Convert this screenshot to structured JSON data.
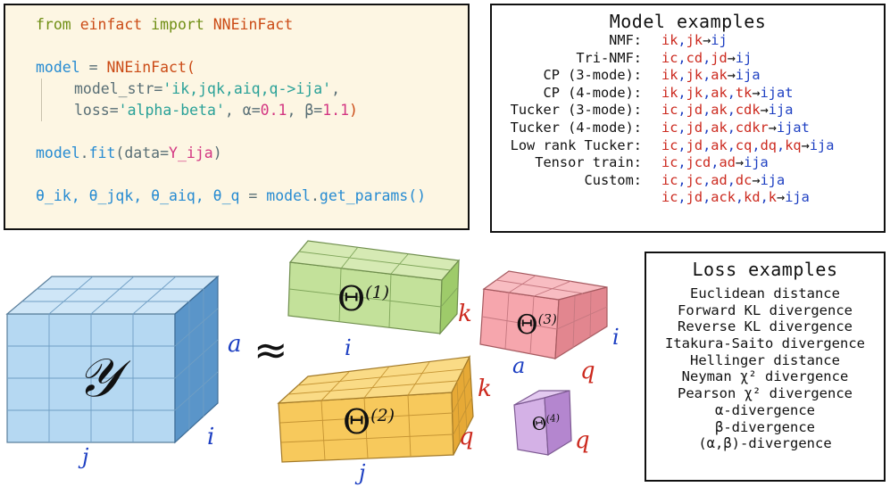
{
  "code": {
    "l1": {
      "kw1": "from",
      "mod": "einfact",
      "kw2": "import",
      "cls": "NNEinFact"
    },
    "l2": {
      "var": "model",
      "eq": " = ",
      "cls": "NNEinFact",
      "paren": "("
    },
    "l3": {
      "key": "model_str=",
      "val": "'ik,jqk,aiq,q->ija'",
      "tail": ","
    },
    "l4": {
      "key": "loss=",
      "val": "'alpha-beta'",
      "sep1": ", α=",
      "n1": "0.1",
      "sep2": ", β=",
      "n2": "1.1",
      "tail": ")"
    },
    "l5": {
      "obj": "model",
      "dot": ".",
      "fn": "fit",
      "open": "(data=",
      "arg": "Y_ija",
      "close": ")"
    },
    "l6": {
      "vars": "θ_ik, θ_jqk, θ_aiq, θ_q",
      "eq": " = ",
      "obj": "model",
      "dot": ".",
      "fn": "get_params",
      "call": "()"
    }
  },
  "model_examples": {
    "title": "Model examples",
    "rows": [
      {
        "label": "NMF:",
        "parts": [
          {
            "t": "ik",
            "c": "r"
          },
          {
            "t": ",",
            "c": "b"
          },
          {
            "t": "jk",
            "c": "r"
          },
          {
            "t": "→",
            "c": "k"
          },
          {
            "t": "ij",
            "c": "b"
          }
        ]
      },
      {
        "label": "Tri-NMF:",
        "parts": [
          {
            "t": "ic",
            "c": "r"
          },
          {
            "t": ",",
            "c": "b"
          },
          {
            "t": "cd",
            "c": "r"
          },
          {
            "t": ",",
            "c": "b"
          },
          {
            "t": "jd",
            "c": "r"
          },
          {
            "t": "→",
            "c": "k"
          },
          {
            "t": "ij",
            "c": "b"
          }
        ]
      },
      {
        "label": "CP (3-mode):",
        "parts": [
          {
            "t": "ik",
            "c": "r"
          },
          {
            "t": ",",
            "c": "b"
          },
          {
            "t": "jk",
            "c": "r"
          },
          {
            "t": ",",
            "c": "b"
          },
          {
            "t": "ak",
            "c": "r"
          },
          {
            "t": "→",
            "c": "k"
          },
          {
            "t": "ija",
            "c": "b"
          }
        ]
      },
      {
        "label": "CP (4-mode):",
        "parts": [
          {
            "t": "ik",
            "c": "r"
          },
          {
            "t": ",",
            "c": "b"
          },
          {
            "t": "jk",
            "c": "r"
          },
          {
            "t": ",",
            "c": "b"
          },
          {
            "t": "ak",
            "c": "r"
          },
          {
            "t": ",",
            "c": "b"
          },
          {
            "t": "tk",
            "c": "r"
          },
          {
            "t": "→",
            "c": "k"
          },
          {
            "t": "ijat",
            "c": "b"
          }
        ]
      },
      {
        "label": "Tucker (3-mode):",
        "parts": [
          {
            "t": "ic",
            "c": "r"
          },
          {
            "t": ",",
            "c": "b"
          },
          {
            "t": "jd",
            "c": "r"
          },
          {
            "t": ",",
            "c": "b"
          },
          {
            "t": "ak",
            "c": "r"
          },
          {
            "t": ",",
            "c": "b"
          },
          {
            "t": "cdk",
            "c": "r"
          },
          {
            "t": "→",
            "c": "k"
          },
          {
            "t": "ija",
            "c": "b"
          }
        ]
      },
      {
        "label": "Tucker (4-mode):",
        "parts": [
          {
            "t": "ic",
            "c": "r"
          },
          {
            "t": ",",
            "c": "b"
          },
          {
            "t": "jd",
            "c": "r"
          },
          {
            "t": ",",
            "c": "b"
          },
          {
            "t": "ak",
            "c": "r"
          },
          {
            "t": ",",
            "c": "b"
          },
          {
            "t": "cdkr",
            "c": "r"
          },
          {
            "t": "→",
            "c": "k"
          },
          {
            "t": "ijat",
            "c": "b"
          }
        ]
      },
      {
        "label": "Low rank Tucker:",
        "parts": [
          {
            "t": "ic",
            "c": "r"
          },
          {
            "t": ",",
            "c": "b"
          },
          {
            "t": "jd",
            "c": "r"
          },
          {
            "t": ",",
            "c": "b"
          },
          {
            "t": "ak",
            "c": "r"
          },
          {
            "t": ",",
            "c": "b"
          },
          {
            "t": "cq",
            "c": "r"
          },
          {
            "t": ",",
            "c": "b"
          },
          {
            "t": "dq",
            "c": "r"
          },
          {
            "t": ",",
            "c": "b"
          },
          {
            "t": "kq",
            "c": "r"
          },
          {
            "t": "→",
            "c": "k"
          },
          {
            "t": "ija",
            "c": "b"
          }
        ]
      },
      {
        "label": "Tensor train:",
        "parts": [
          {
            "t": "ic",
            "c": "r"
          },
          {
            "t": ",",
            "c": "b"
          },
          {
            "t": "jcd",
            "c": "r"
          },
          {
            "t": ",",
            "c": "b"
          },
          {
            "t": "ad",
            "c": "r"
          },
          {
            "t": "→",
            "c": "k"
          },
          {
            "t": "ija",
            "c": "b"
          }
        ]
      },
      {
        "label": "Custom:",
        "parts": [
          {
            "t": "ic",
            "c": "r"
          },
          {
            "t": ",",
            "c": "b"
          },
          {
            "t": "jc",
            "c": "r"
          },
          {
            "t": ",",
            "c": "b"
          },
          {
            "t": "ad",
            "c": "r"
          },
          {
            "t": ",",
            "c": "b"
          },
          {
            "t": "dc",
            "c": "r"
          },
          {
            "t": "→",
            "c": "k"
          },
          {
            "t": "ija",
            "c": "b"
          }
        ]
      },
      {
        "label": "",
        "parts": [
          {
            "t": "ic",
            "c": "r"
          },
          {
            "t": ",",
            "c": "b"
          },
          {
            "t": "jd",
            "c": "r"
          },
          {
            "t": ",",
            "c": "b"
          },
          {
            "t": "ack",
            "c": "r"
          },
          {
            "t": ",",
            "c": "b"
          },
          {
            "t": "kd",
            "c": "r"
          },
          {
            "t": ",",
            "c": "b"
          },
          {
            "t": "k",
            "c": "r"
          },
          {
            "t": "→",
            "c": "k"
          },
          {
            "t": "ija",
            "c": "b"
          }
        ]
      }
    ]
  },
  "loss_examples": {
    "title": "Loss examples",
    "items": [
      "Euclidean distance",
      "Forward KL divergence",
      "Reverse KL divergence",
      "Itakura-Saito divergence",
      "Hellinger distance",
      "Neyman χ² divergence",
      "Pearson χ² divergence",
      "α-divergence",
      "β-divergence",
      "(α,β)-divergence"
    ]
  },
  "diagram": {
    "Y": {
      "symbol": "𝒴",
      "label_a": "a",
      "label_i": "i",
      "label_j": "j"
    },
    "approx": "≈",
    "theta1": {
      "symbol": "Θ",
      "sup": "(1)",
      "label_i": "i",
      "label_k": "k"
    },
    "theta2": {
      "symbol": "Θ",
      "sup": "(2)",
      "label_j": "j",
      "label_q": "q",
      "label_k": "k"
    },
    "theta3": {
      "symbol": "Θ",
      "sup": "(3)",
      "label_a": "a",
      "label_i": "i",
      "label_q": "q"
    },
    "theta4": {
      "symbol": "Θ",
      "sup": "(4)",
      "label_q": "q"
    },
    "colors": {
      "y_front": "#b5d8f2",
      "y_top": "#cfe6f7",
      "y_side": "#5a95c9",
      "t1_front": "#c3e19a",
      "t1_top": "#d6eab4",
      "t1_side": "#9ecb6a",
      "t2_front": "#f7c95c",
      "t2_top": "#fadb86",
      "t2_side": "#e6a936",
      "t3_front": "#f6a6ad",
      "t3_top": "#f8bdc2",
      "t3_side": "#e2868f",
      "t4_front": "#d4b1e6",
      "t4_top": "#e3c9f0",
      "t4_side": "#b486cf",
      "red": "#cc2a1f",
      "blue": "#1d3fc2"
    }
  }
}
